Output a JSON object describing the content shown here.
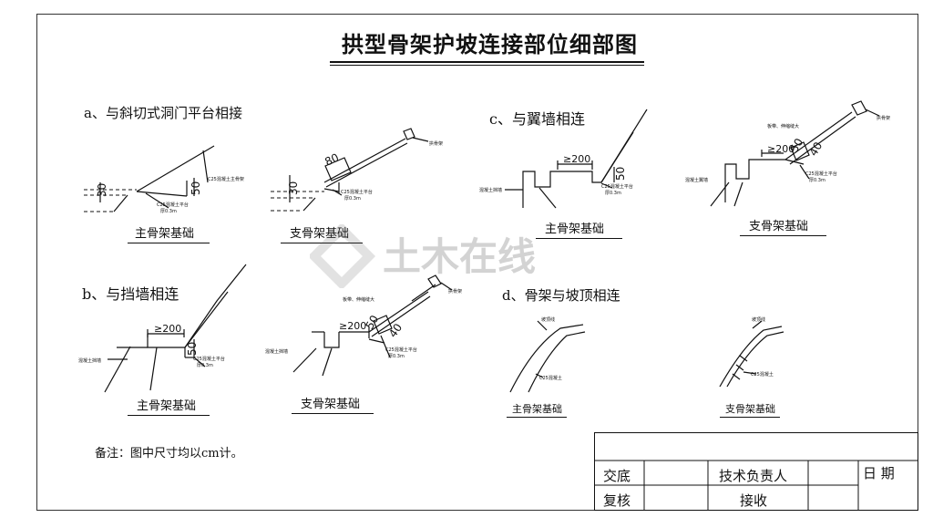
{
  "title": "拱型骨架护坡连接部位细部图",
  "sections": {
    "a": "a、与斜切式洞门平台相接",
    "b": "b、与挡墙相连",
    "c": "c、与翼墙相连",
    "d": "d、骨架与坡顶相连"
  },
  "captions": {
    "a_main": "主骨架基础",
    "a_branch": "支骨架基础",
    "b_main": "主骨架基础",
    "b_branch": "支骨架基础",
    "c_main": "主骨架基础",
    "c_branch": "支骨架基础",
    "d_main": "主骨架基础",
    "d_branch": "支骨架基础"
  },
  "dims": {
    "d30": "30",
    "d50": "50",
    "d80": "80",
    "d40": "40",
    "ge200": "≥200"
  },
  "labels": {
    "c25_main_frame": "C25混凝土主骨架",
    "c25_platform": "C25混凝土平台",
    "thick": "厚0.3m",
    "branch_frame": "拱骨架",
    "wall_conc": "混凝土挡墙",
    "wall_wing": "混凝土翼墙",
    "groove": "板带、伸缩缝大",
    "crest_top": "坡顶线",
    "c25_conc": "C25混凝土"
  },
  "note": "备注：图中尺寸均以cm计。",
  "titleblock": {
    "handover": "交底",
    "recheck": "复核",
    "tech_lead": "技术负责人",
    "accept": "接收",
    "date": "日  期"
  },
  "watermark": "土木在线"
}
